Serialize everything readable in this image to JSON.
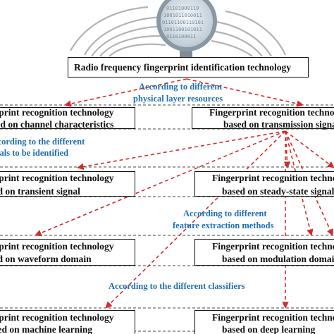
{
  "root": {
    "label": "Radio frequency fingerprint identification technology"
  },
  "criteria": [
    {
      "line1": "According to different",
      "line2": "physical layer resources"
    },
    {
      "line1": "According to the different",
      "line2": "signals to be identified"
    },
    {
      "line1": "According to different",
      "line2": "feature extraction methods"
    },
    {
      "line1": "According to the different classifiers"
    }
  ],
  "boxes": [
    {
      "line1": "Fingerprint recognition technology",
      "line2": "based on channel characteristics"
    },
    {
      "line1": "Fingerprint recognition technology",
      "line2": "based on transmission signal"
    },
    {
      "line1": "Fingerprint recognition technology",
      "line2": "based on transient signal"
    },
    {
      "line1": "Fingerprint recognition technology",
      "line2": "based on steady-state signal"
    },
    {
      "line1": "Fingerprint recognition technology",
      "line2": "based on waveform domain"
    },
    {
      "line1": "Fingerprint recognition technology",
      "line2": "based on modulation domain"
    },
    {
      "line1": "Fingerprint recognition technology",
      "line2": "based on machine learning"
    },
    {
      "line1": "Fingerprint recognition technology",
      "line2": "based on deep learning"
    }
  ],
  "colors": {
    "arrow": "#d42a2a",
    "annotation": "#1f6fb2",
    "border": "#111111"
  }
}
